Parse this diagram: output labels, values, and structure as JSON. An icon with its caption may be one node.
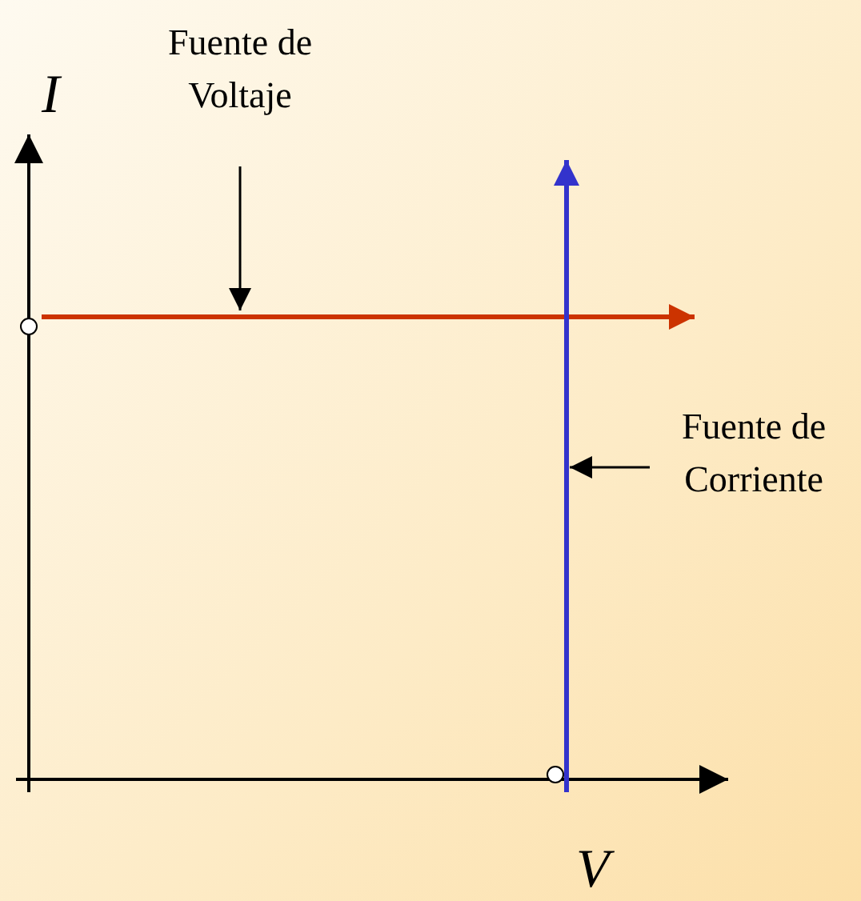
{
  "diagram": {
    "nodes": [
      {
        "text": [
          "Fuente de Voltaje"
        ]
      },
      {
        "text": [],
        "shape": "line"
      },
      {
        "text": [
          "Fuente de Corriente"
        ]
      },
      {
        "text": [],
        "shape": "line"
      }
    ],
    "edges": [
      {
        "from": 0,
        "to": 1,
        "arrow": "to"
      },
      {
        "from": 2,
        "to": 3,
        "arrow": "to"
      }
    ],
    "labels": [
      "I",
      "V"
    ]
  }
}
